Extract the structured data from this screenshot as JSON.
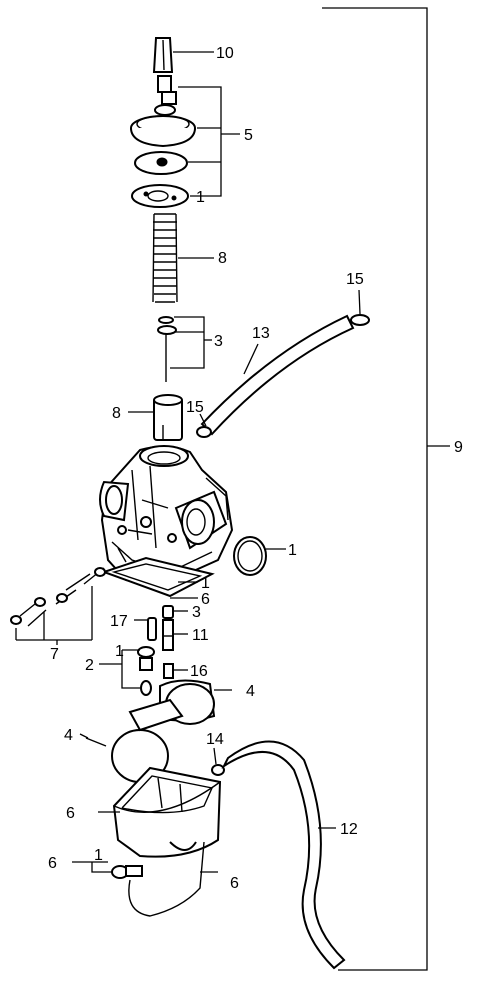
{
  "callouts": {
    "needle_jet_cap": "10",
    "top_cap_set": "5",
    "cap_gasket": "1",
    "spring": "8",
    "needle_set": "3",
    "vent_tube": "13",
    "clip_top": "15",
    "clip_mid": "15",
    "throttle_valve": "8",
    "full_assembly": "9",
    "o_ring": "1",
    "body_gasket": "1",
    "body_gasket_6": "6",
    "screw_set": "7",
    "jet_3": "3",
    "jet_17": "17",
    "jet_11": "11",
    "jet_1": "1",
    "valve_2": "2",
    "valve_16": "16",
    "float_4_right": "4",
    "float_pin_4": "4",
    "drain_14": "14",
    "float_bowl_6": "6",
    "drain_tube_12": "12",
    "drain_screw_6": "6",
    "drain_screw_1": "1",
    "bowl_gasket_6": "6"
  }
}
